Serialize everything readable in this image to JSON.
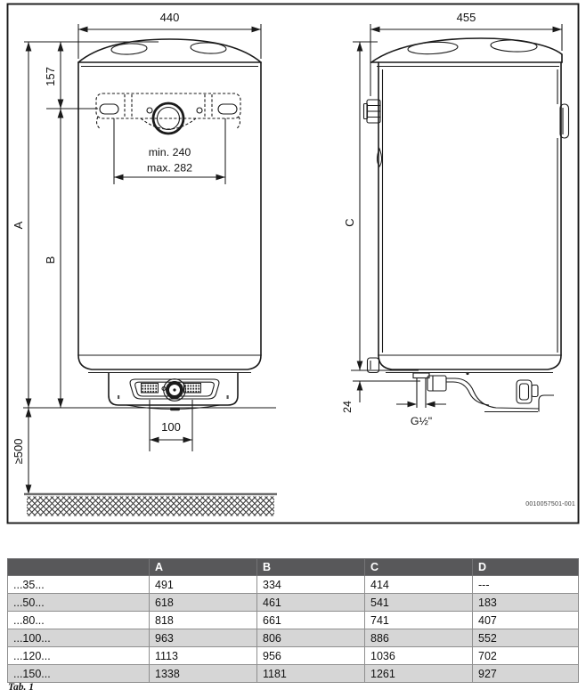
{
  "diagram": {
    "front_view": {
      "width": "440",
      "top_offset": "157",
      "bracket_min": "min. 240",
      "bracket_max": "max. 282",
      "height_a_label": "A",
      "height_b_label": "B",
      "port_spacing": "100",
      "floor_clearance": "≥500"
    },
    "side_view": {
      "depth": "455",
      "height_c_label": "C",
      "pipe_protrusion": "24",
      "pipe_thread": "G½\""
    },
    "drawing_number": "0010057501-001"
  },
  "table": {
    "headers": [
      "",
      "A",
      "B",
      "C",
      "D"
    ],
    "rows": [
      {
        "label": "...35...",
        "a": "491",
        "b": "334",
        "c": "414",
        "d": "---"
      },
      {
        "label": "...50...",
        "a": "618",
        "b": "461",
        "c": "541",
        "d": "183"
      },
      {
        "label": "...80...",
        "a": "818",
        "b": "661",
        "c": "741",
        "d": "407"
      },
      {
        "label": "...100...",
        "a": "963",
        "b": "806",
        "c": "886",
        "d": "552"
      },
      {
        "label": "...120...",
        "a": "1113",
        "b": "956",
        "c": "1036",
        "d": "702"
      },
      {
        "label": "...150...",
        "a": "1338",
        "b": "1181",
        "c": "1261",
        "d": "927"
      }
    ],
    "caption": "Tab. 1"
  }
}
